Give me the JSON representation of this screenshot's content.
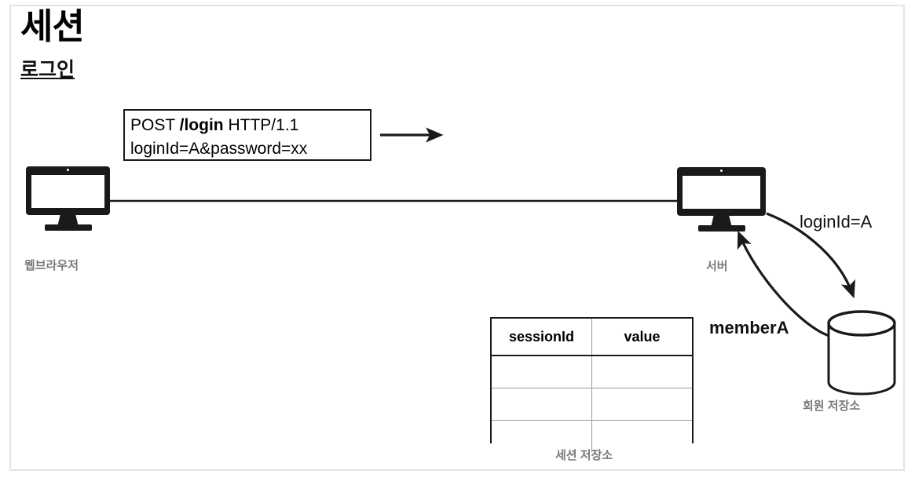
{
  "slide": {
    "title": "세션",
    "subtitle": "로그인"
  },
  "request_box": {
    "line1_prefix": "POST ",
    "line1_bold": "/login",
    "line1_suffix": " HTTP/1.1",
    "line2": "loginId=A&password=xx"
  },
  "nodes": {
    "browser": {
      "label": "웹브라우저",
      "icon": "monitor-icon"
    },
    "server": {
      "label": "서버",
      "icon": "monitor-icon"
    },
    "member_store": {
      "label": "회원 저장소",
      "icon": "database-cylinder-icon"
    },
    "session_store": {
      "label": "세션 저장소",
      "icon": "table-icon"
    }
  },
  "edges": {
    "request_arrow": {
      "label": "",
      "icon": "arrow-right-icon"
    },
    "lookup": {
      "label": "loginId=A"
    },
    "result": {
      "label": "memberA"
    }
  },
  "session_table": {
    "columns": [
      "sessionId",
      "value"
    ],
    "rows": [
      [
        "",
        ""
      ],
      [
        "",
        ""
      ],
      [
        "",
        ""
      ]
    ]
  },
  "colors": {
    "ink": "#1a1a1a",
    "muted_label": "#7a7a7a",
    "frame": "#e3e3e3",
    "grid_line": "#9a9a9a",
    "background": "#ffffff"
  }
}
